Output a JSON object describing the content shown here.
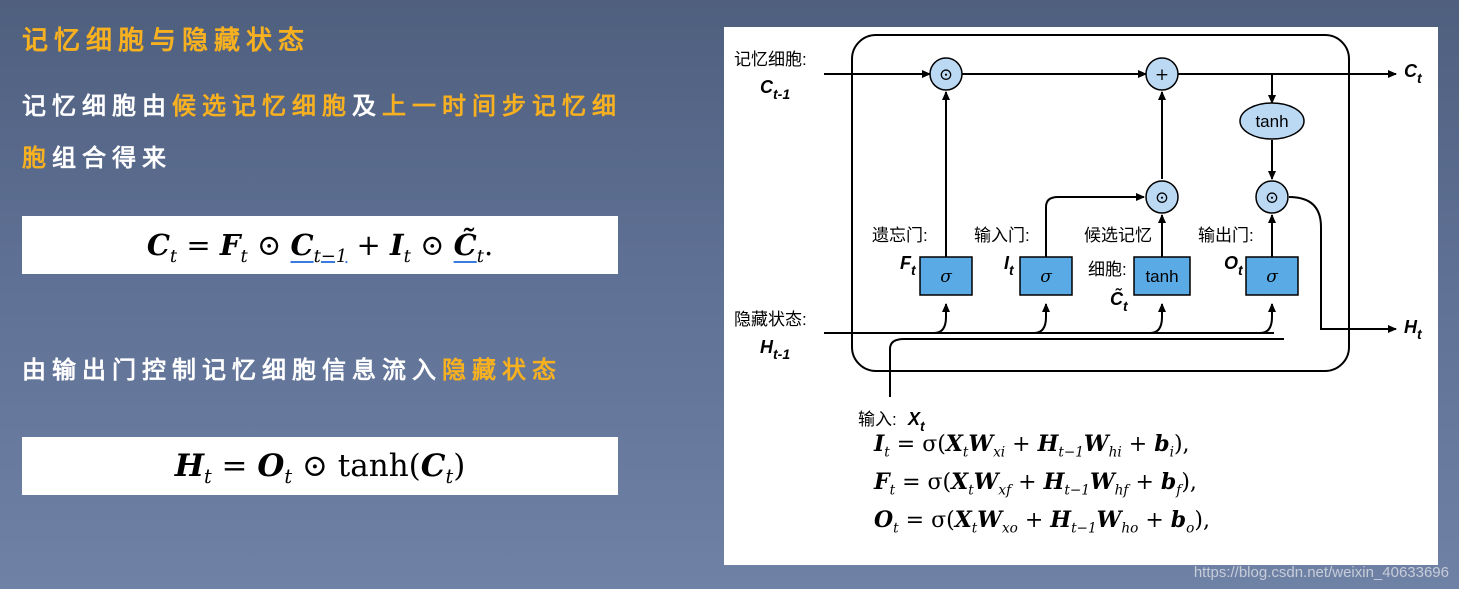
{
  "title": "记忆细胞与隐藏状态",
  "para1": {
    "t1": "记忆细胞由",
    "h1": "候选记忆细胞",
    "t2": "及",
    "h2": "上一时间步记忆细胞",
    "t3": "组合得来"
  },
  "para2": {
    "t1": "由输出门控制记忆细胞信息流入",
    "h1": "隐藏状态"
  },
  "diagram": {
    "mem_label": "记忆细胞:",
    "hid_label": "隐藏状态:",
    "input_label": "输入:",
    "forget_label": "遗忘门:",
    "input_gate_label": "输入门:",
    "cand_label_1": "候选记忆",
    "cand_label_2": "细胞:",
    "output_gate_label": "输出门:",
    "tanh_label": "tanh",
    "sigma": "σ",
    "plus": "+",
    "odot": "⊙",
    "C_prev": "C",
    "C_prev_sub": "t-1",
    "H_prev": "H",
    "H_prev_sub": "t-1",
    "C_out": "C",
    "C_out_sub": "t",
    "H_out": "H",
    "H_out_sub": "t",
    "X": "X",
    "X_sub": "t",
    "F": "F",
    "I": "I",
    "O": "O",
    "C_tilde": "C̃",
    "t": "t"
  },
  "watermark": "https://blog.csdn.net/weixin_40633696"
}
